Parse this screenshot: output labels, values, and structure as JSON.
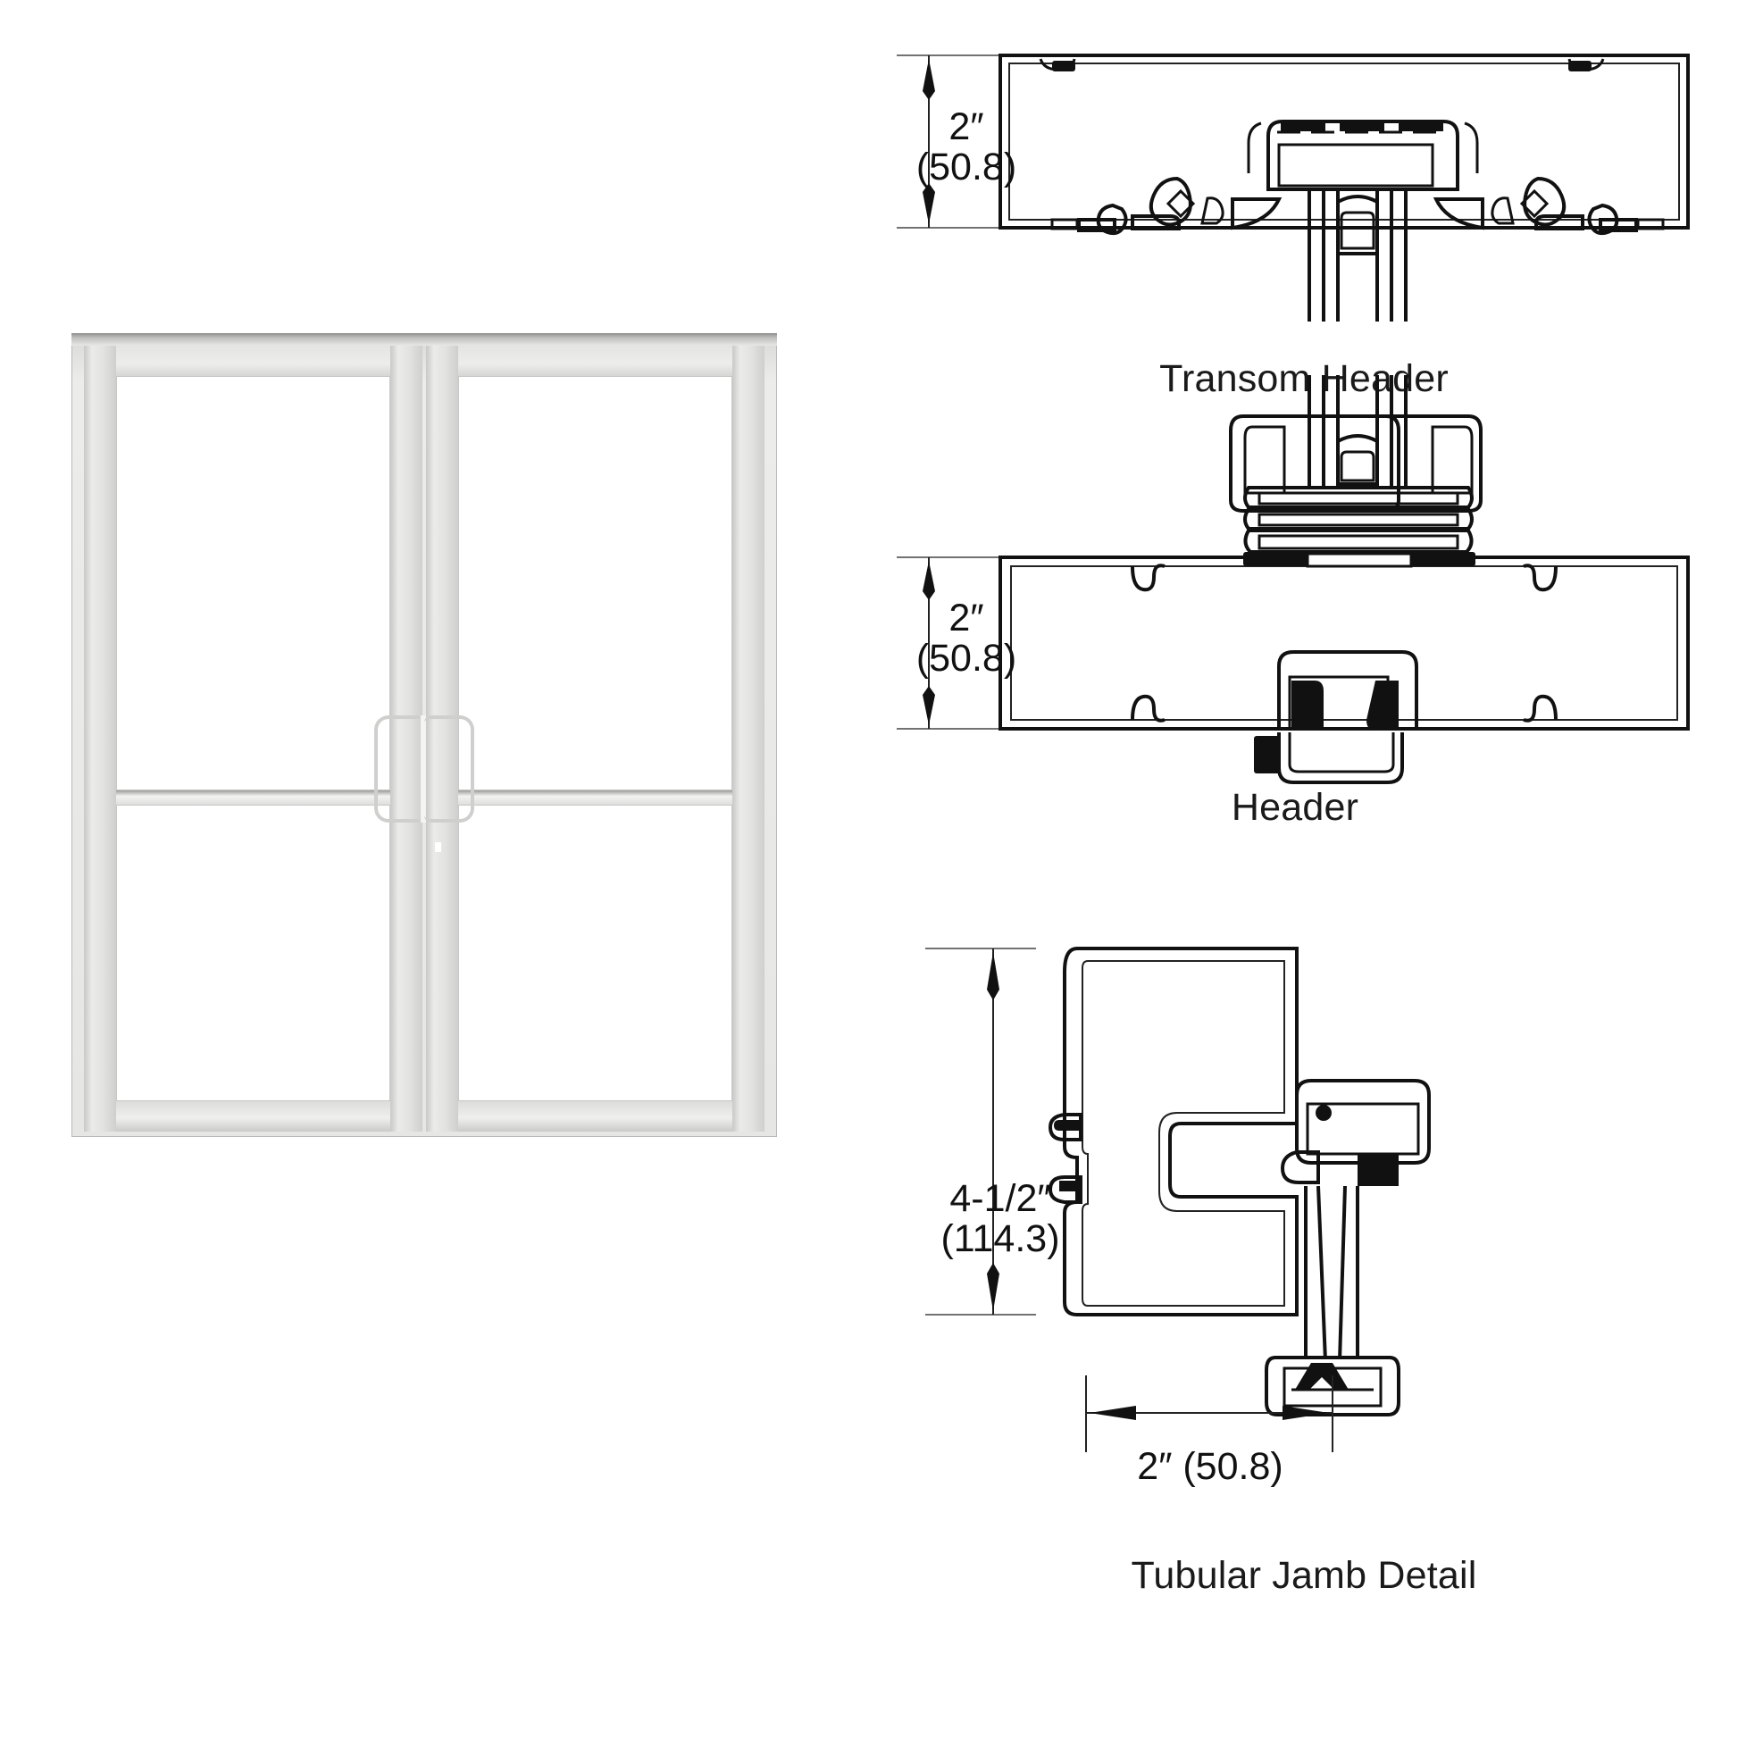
{
  "page": {
    "background": "#ffffff",
    "line_color": "#111111",
    "frame_color": "#e6e6e4"
  },
  "door_elevation": {
    "name": "Pair of medium stile aluminum entrance doors",
    "leaves": [
      {
        "position": "left",
        "glass_lites": 2,
        "handle": "offset pull handle"
      },
      {
        "position": "right",
        "glass_lites": 2,
        "handle": "offset pull handle"
      }
    ]
  },
  "details": [
    {
      "id": "transom-header",
      "caption": "Transom Header",
      "dimension": {
        "imperial": "2″",
        "metric": "(50.8)",
        "orientation": "vertical"
      }
    },
    {
      "id": "header",
      "caption": "Header",
      "dimension": {
        "imperial": "2″",
        "metric": "(50.8)",
        "orientation": "vertical"
      }
    },
    {
      "id": "tubular-jamb",
      "caption": "Tubular Jamb Detail",
      "dimension_vertical": {
        "imperial": "4-1/2″",
        "metric": "(114.3)"
      },
      "dimension_horizontal": {
        "combined": "2″ (50.8)"
      }
    }
  ],
  "labels": {
    "transom_header": "Transom Header",
    "header": "Header",
    "tubular_jamb_detail": "Tubular Jamb Detail",
    "dim_2in": "2″",
    "dim_508": "(50.8)",
    "dim_4half": "4-1/2″",
    "dim_1143": "(114.3)",
    "dim_2in_508": "2″ (50.8)"
  }
}
